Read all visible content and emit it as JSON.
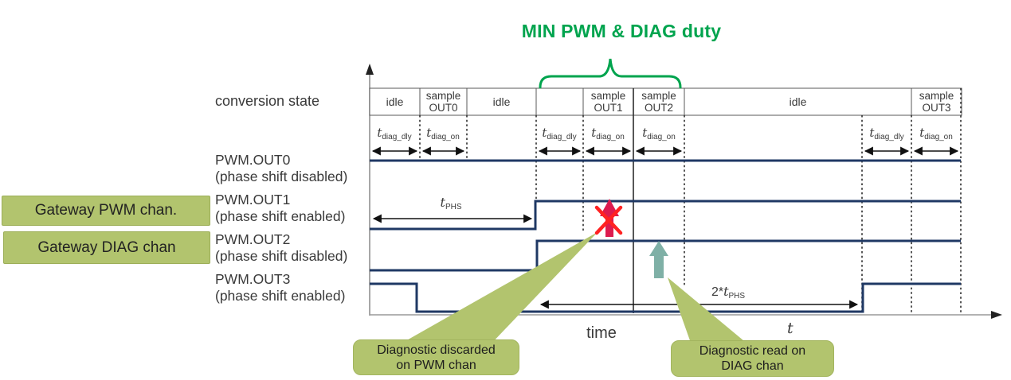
{
  "title": {
    "text": "MIN PWM & DIAG duty"
  },
  "conversion_row": {
    "label": "conversion state",
    "cells": [
      {
        "line1": "idle",
        "line2": ""
      },
      {
        "line1": "sample",
        "line2": "OUT0"
      },
      {
        "line1": "idle",
        "line2": ""
      },
      {
        "line1": "",
        "line2": ""
      },
      {
        "line1": "sample",
        "line2": "OUT1"
      },
      {
        "line1": "sample",
        "line2": "OUT2"
      },
      {
        "line1": "idle",
        "line2": ""
      },
      {
        "line1": "sample",
        "line2": "OUT3"
      }
    ]
  },
  "timing_marks": [
    {
      "sym": "t",
      "sub": "diag_dly"
    },
    {
      "sym": "t",
      "sub": "diag_on"
    },
    {
      "sym": "t",
      "sub": "diag_dly"
    },
    {
      "sym": "t",
      "sub": "diag_on"
    },
    {
      "sym": "t",
      "sub": "diag_on"
    },
    {
      "sym": "t",
      "sub": "diag_dly"
    },
    {
      "sym": "t",
      "sub": "diag_on"
    }
  ],
  "signals": [
    {
      "name": "PWM.OUT0",
      "mode": "(phase shift disabled)"
    },
    {
      "name": "PWM.OUT1",
      "mode": "(phase shift enabled)"
    },
    {
      "name": "PWM.OUT2",
      "mode": "(phase shift disabled)"
    },
    {
      "name": "PWM.OUT3",
      "mode": "(phase shift enabled)"
    }
  ],
  "gateway_labels": [
    {
      "text": "Gateway PWM chan."
    },
    {
      "text": "Gateway DIAG chan"
    }
  ],
  "annotations": {
    "t_phs": {
      "prefix": "",
      "sym": "t",
      "sub": "PHS"
    },
    "two_t_phs": {
      "prefix": "2*",
      "sym": "t",
      "sub": "PHS"
    },
    "time_label": "time",
    "t_label": "t"
  },
  "callouts": [
    {
      "line1": "Diagnostic discarded",
      "line2": "on PWM chan"
    },
    {
      "line1": "Diagnostic read on",
      "line2": "DIAG chan"
    }
  ],
  "icons": {
    "red_arrow": "discarded-sample-up-arrow-with-cross",
    "teal_arrow": "diag-read-up-arrow"
  },
  "colors": {
    "signal_navy": "#1f3864",
    "accent_green": "#00a44e",
    "callout_olive": "#b2c46e",
    "discard_red": "#dd1b4f",
    "cross_red": "#ff2222",
    "read_teal": "#7fb0a6"
  }
}
